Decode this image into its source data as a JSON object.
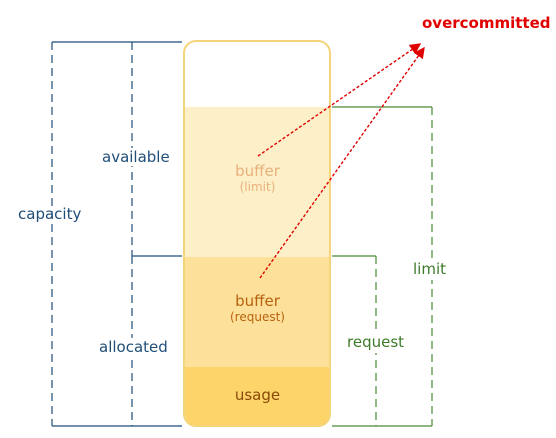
{
  "labels": {
    "overcommitted": "overcommitted",
    "capacity": "capacity",
    "available": "available",
    "allocated": "allocated",
    "limit": "limit",
    "request": "request",
    "buffer_limit_title": "buffer",
    "buffer_limit_sub": "(limit)",
    "buffer_request_title": "buffer",
    "buffer_request_sub": "(request)",
    "usage": "usage"
  },
  "colors": {
    "capacity_lines": "#1f4e79",
    "limit_lines": "#4a8a35",
    "arrows": "#e00000",
    "container_border": "#f5d57a",
    "buffer_limit_fill": "#fdf0c8",
    "buffer_request_fill": "#fde19a",
    "usage_fill": "#fcd46a"
  }
}
